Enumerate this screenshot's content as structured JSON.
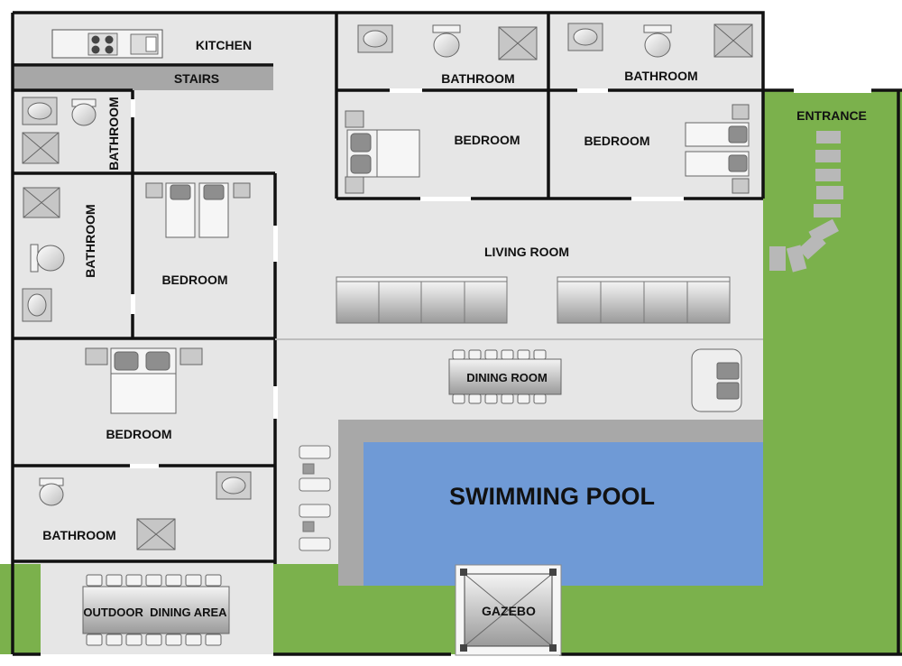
{
  "plan": {
    "rooms": {
      "kitchen": "KITCHEN",
      "stairs": "STAIRS",
      "bathroom_top_mid": "BATHROOM",
      "bathroom_top_right": "BATHROOM",
      "bedroom_mid": "BEDROOM",
      "bedroom_right": "BEDROOM",
      "entrance": "ENTRANCE",
      "bathroom_left_small": "BATHROOM",
      "bathroom_left_tall": "BATHROOM",
      "bedroom_left": "BEDROOM",
      "living_room": "LIVING ROOM",
      "dining_room": "DINING ROOM",
      "bedroom_lower_left": "BEDROOM",
      "swimming_pool": "SWIMMING POOL",
      "bathroom_bottom_left": "BATHROOM",
      "outdoor_dining": "OUTDOOR  DINING AREA",
      "gazebo": "GAZEBO"
    },
    "colors": {
      "floor": "#e8e8e8",
      "wall": "#111111",
      "lawn": "#7bb14c",
      "pool_water": "#6f9ad6",
      "pool_deck": "#a9a9a9",
      "furniture": "#b5b5b5",
      "stairs": "#a7a7a7"
    }
  }
}
